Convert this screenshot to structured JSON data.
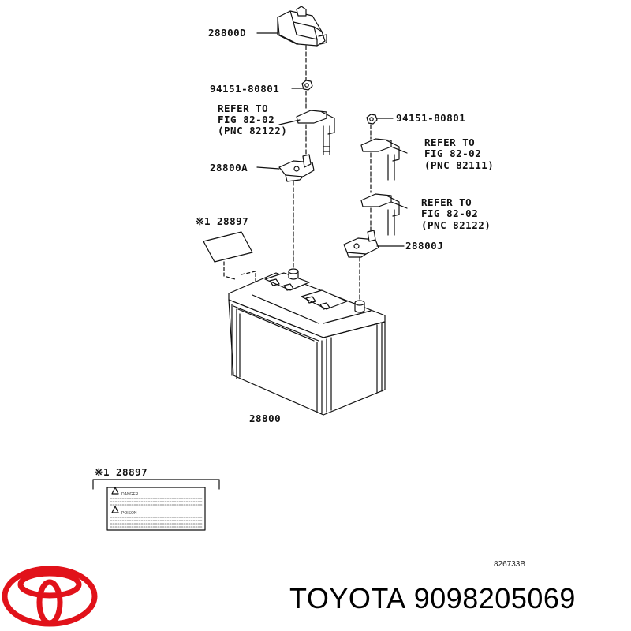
{
  "labels": {
    "terminal_cover": "28800D",
    "nut_left": "94151-80801",
    "refer_left_1": "REFER TO",
    "refer_left_2": "FIG 82-02",
    "refer_left_3": "(PNC 82122)",
    "clamp_a": "28800A",
    "nut_right": "94151-80801",
    "refer_right_a_1": "REFER TO",
    "refer_right_a_2": "FIG 82-02",
    "refer_right_a_3": "(PNC 82111)",
    "refer_right_b_1": "REFER TO",
    "refer_right_b_2": "FIG 82-02",
    "refer_right_b_3": "(PNC 82122)",
    "clamp_j": "28800J",
    "sticker_top": "※1 28897",
    "battery": "28800",
    "sticker_bottom": "※1 28897",
    "warning_danger": "DANGER",
    "warning_poison": "POISON",
    "drawing_code": "826733B"
  },
  "brand": {
    "name": "TOYOTA",
    "part_number": "9098205069",
    "logo_color": "#e1121a"
  }
}
